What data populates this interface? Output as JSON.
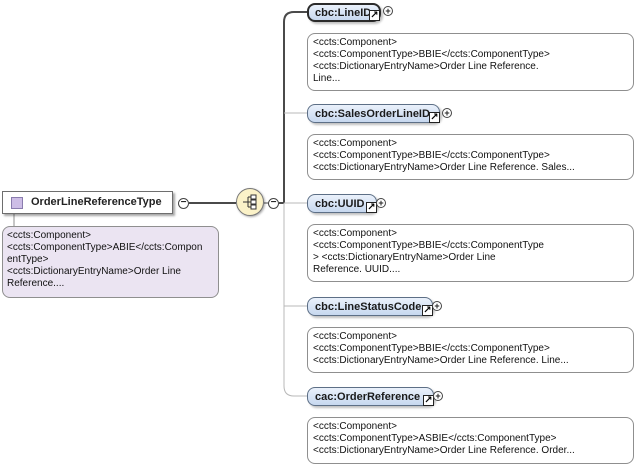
{
  "root": {
    "label": "OrderLineReferenceType",
    "doc_lines": [
      "<ccts:Component>",
      "<ccts:ComponentType>ABIE</ccts:Compon",
      "entType>",
      "<ccts:DictionaryEntryName>Order Line",
      "Reference...."
    ]
  },
  "toggles": {
    "collapse_symbol": "−",
    "expand_symbol": "+",
    "link_symbol": "↗"
  },
  "elements": [
    {
      "name": "cbc:LineID",
      "doc_lines": [
        "<ccts:Component>",
        "<ccts:ComponentType>BBIE</ccts:ComponentType>",
        "<ccts:DictionaryEntryName>Order Line Reference.",
        "Line..."
      ]
    },
    {
      "name": "cbc:SalesOrderLineID",
      "doc_lines": [
        "<ccts:Component>",
        "<ccts:ComponentType>BBIE</ccts:ComponentType>",
        "<ccts:DictionaryEntryName>Order Line Reference. Sales..."
      ]
    },
    {
      "name": "cbc:UUID",
      "doc_lines": [
        "<ccts:Component>",
        "<ccts:ComponentType>BBIE</ccts:ComponentType",
        "> <ccts:DictionaryEntryName>Order Line",
        "Reference. UUID...."
      ]
    },
    {
      "name": "cbc:LineStatusCode",
      "doc_lines": [
        "<ccts:Component>",
        "<ccts:ComponentType>BBIE</ccts:ComponentType>",
        "<ccts:DictionaryEntryName>Order Line Reference. Line..."
      ]
    },
    {
      "name": "cac:OrderReference",
      "doc_lines": [
        "<ccts:Component>",
        "<ccts:ComponentType>ASBIE</ccts:ComponentType>",
        "<ccts:DictionaryEntryName>Order Line Reference. Order..."
      ]
    }
  ]
}
